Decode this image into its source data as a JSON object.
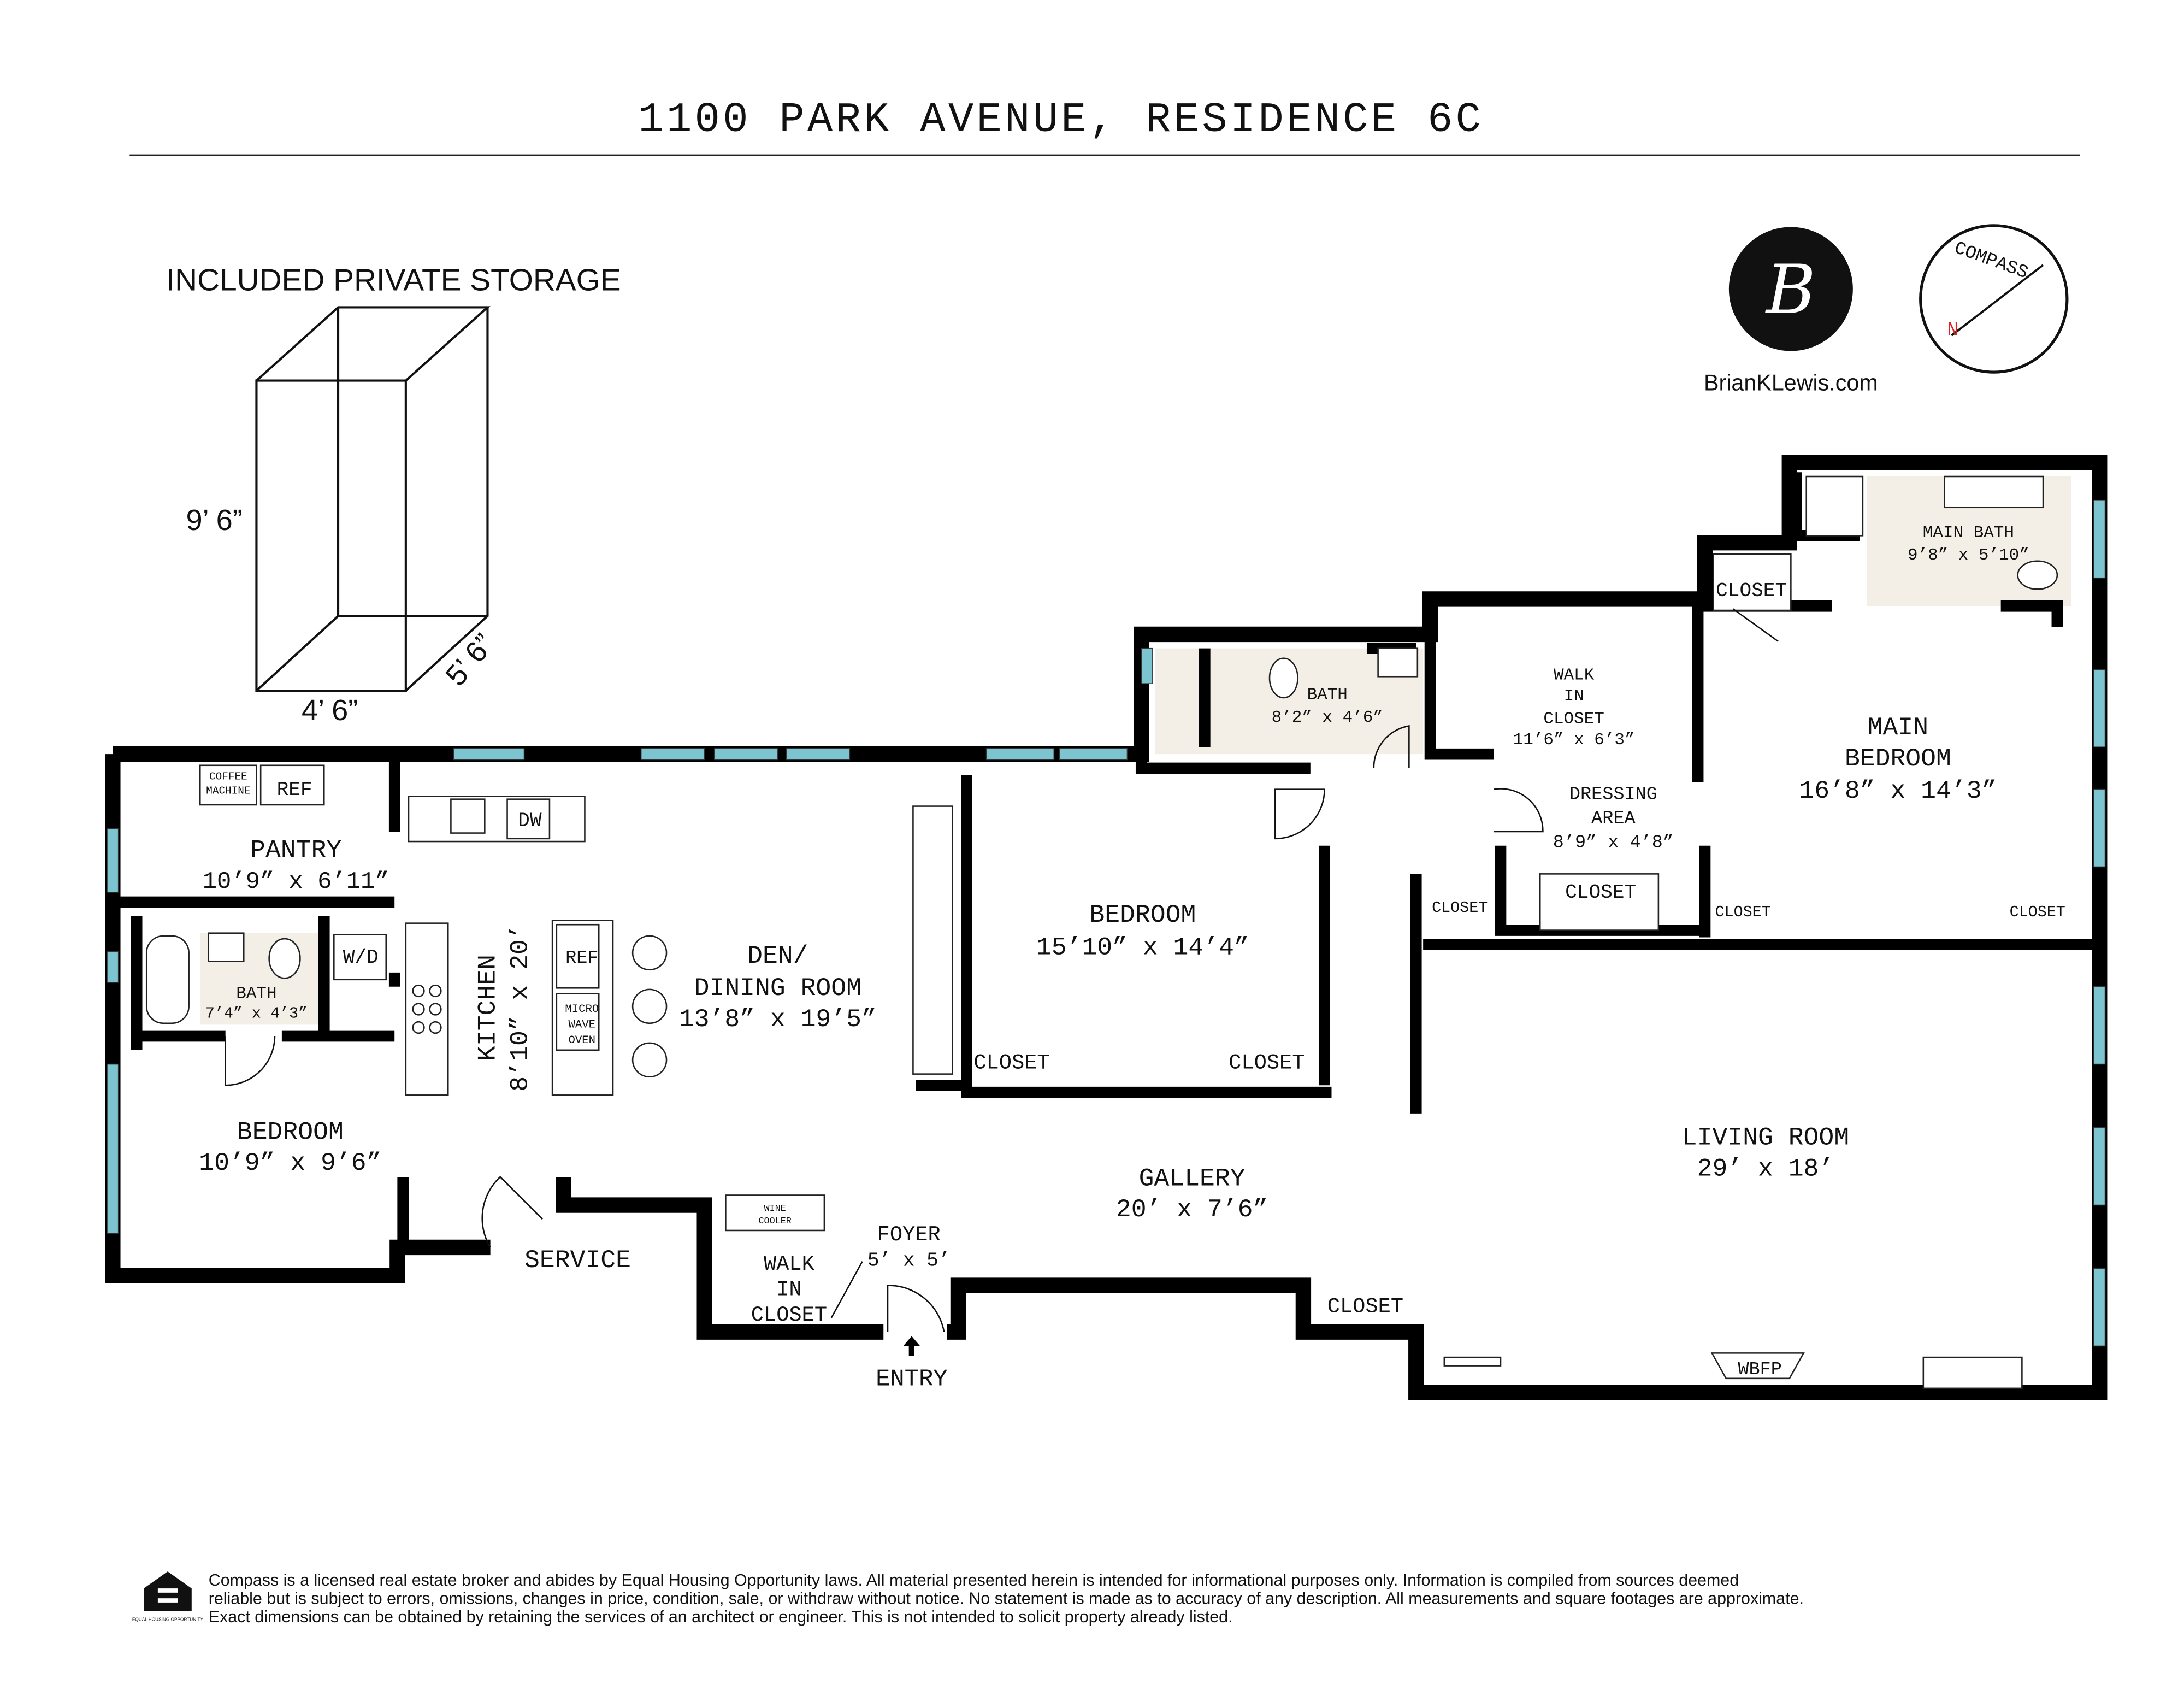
{
  "title": "1100 PARK AVENUE, RESIDENCE 6C",
  "storage": {
    "heading": "INCLUDED PRIVATE STORAGE",
    "height": "9’ 6”",
    "width": "4’ 6”",
    "depth": "5’ 6”"
  },
  "brand": {
    "website": "BrianKLewis.com",
    "logo_text": "B",
    "compass_text": "COMPASS",
    "north_label": "N",
    "north_color": "#e02020"
  },
  "rooms": {
    "coffee_machine": [
      "COFFEE",
      "MACHINE"
    ],
    "pantry_ref": "REF",
    "pantry": {
      "name": "PANTRY",
      "dims": "10’9” x 6’11”"
    },
    "dw": "DW",
    "wd": "W/D",
    "small_bath": {
      "name": "BATH",
      "dims": "7’4” x 4’3”"
    },
    "kitchen": {
      "name": "KITCHEN",
      "dims": "8’10” x 20’"
    },
    "kitchen_ref": "REF",
    "microwave": [
      "MICRO",
      "WAVE",
      "OVEN"
    ],
    "den": {
      "name": [
        "DEN/",
        "DINING ROOM"
      ],
      "dims": "13’8” x 19’5”"
    },
    "bedroom2": {
      "name": "BEDROOM",
      "dims": "15’10” x 14’4”"
    },
    "closet": "CLOSET",
    "bath2": {
      "name": "BATH",
      "dims": "8’2” x 4’6”"
    },
    "walk_in_closet_main": {
      "name": [
        "WALK",
        "IN",
        "CLOSET"
      ],
      "dims": "11’6” x 6’3”"
    },
    "main_bath": {
      "name": "MAIN BATH",
      "dims": "9’8” x 5’10”"
    },
    "main_bedroom": {
      "name": [
        "MAIN",
        "BEDROOM"
      ],
      "dims": "16’8” x 14’3”"
    },
    "dressing": {
      "name": [
        "DRESSING",
        "AREA"
      ],
      "dims": "8’9” x 4’8”"
    },
    "living": {
      "name": "LIVING ROOM",
      "dims": "29’ x 18’"
    },
    "gallery": {
      "name": "GALLERY",
      "dims": "20’ x 7’6”"
    },
    "wbfp": "WBFP",
    "bedroom3": {
      "name": "BEDROOM",
      "dims": "10’9” x 9’6”"
    },
    "service": "SERVICE",
    "wine_cooler": [
      "WINE",
      "COOLER"
    ],
    "walk_in_closet_foyer": [
      "WALK",
      "IN",
      "CLOSET"
    ],
    "foyer": {
      "name": "FOYER",
      "dims": "5’ x 5’"
    },
    "entry": "ENTRY"
  },
  "disclaimer": [
    "Compass is a licensed real estate broker and abides by Equal Housing Opportunity laws. All material presented herein is intended for informational purposes only. Information is compiled from sources deemed",
    "reliable but is subject to errors, omissions, changes in price, condition, sale, or withdraw without notice. No statement is made as to accuracy of any description. All measurements and square footages are approximate.",
    "Exact dimensions can be obtained by retaining the services of an architect or engineer. This is not intended to solicit property already listed."
  ],
  "eho_logo_text": "EQUAL HOUSING OPPORTUNITY"
}
